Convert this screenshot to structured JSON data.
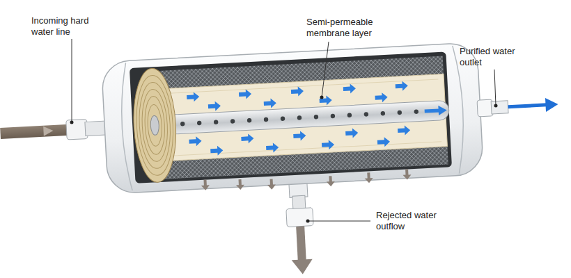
{
  "diagram": {
    "labels": [
      "Incoming hard water line",
      "Semi-permeable membrane layer",
      "Purified water outlet",
      "Rejected water outflow"
    ]
  }
}
